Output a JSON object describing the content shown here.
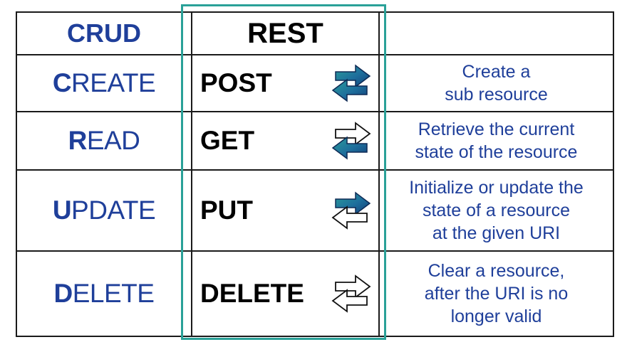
{
  "top_fragments": [
    "—",
    "—"
  ],
  "headers": {
    "crud": "CRUD",
    "rest": "REST",
    "desc": ""
  },
  "colors": {
    "blue_text": "#1f3f9a",
    "highlight": "#2aa198",
    "arrow_filled": "#1e6e9c"
  },
  "rows": [
    {
      "crud_initial": "C",
      "crud_rest": "REATE",
      "verb": "POST",
      "arrow_right": "filled",
      "arrow_left": "filled",
      "desc": [
        "Create a",
        "sub resource"
      ]
    },
    {
      "crud_initial": "R",
      "crud_rest": "EAD",
      "verb": "GET",
      "arrow_right": "outline",
      "arrow_left": "filled",
      "desc": [
        "Retrieve the current",
        "state of the resource"
      ]
    },
    {
      "crud_initial": "U",
      "crud_rest": "PDATE",
      "verb": "PUT",
      "arrow_right": "filled",
      "arrow_left": "outline",
      "desc": [
        "Initialize or update the",
        "state of a resource",
        "at the given URI"
      ]
    },
    {
      "crud_initial": "D",
      "crud_rest": "ELETE",
      "verb": "DELETE",
      "arrow_right": "outline",
      "arrow_left": "outline",
      "desc": [
        "Clear a resource,",
        "after the URI is no",
        "longer valid"
      ]
    }
  ]
}
